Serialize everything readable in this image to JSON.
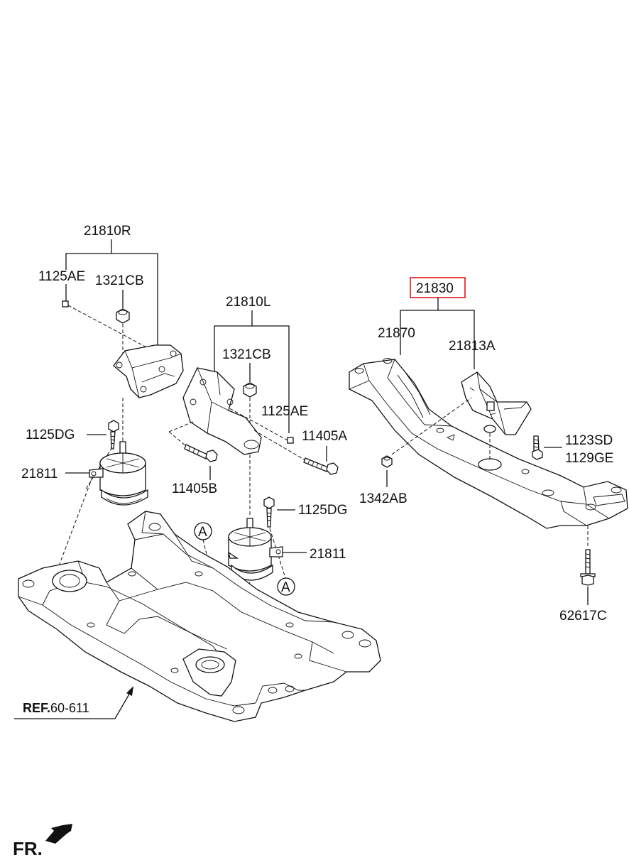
{
  "labels": {
    "l_21810R": "21810R",
    "l_1125AE_left": "1125AE",
    "l_1321CB_left": "1321CB",
    "l_1125DG_left": "1125DG",
    "l_21811_left": "21811",
    "l_21810L": "21810L",
    "l_1321CB_mid": "1321CB",
    "l_1125AE_mid": "1125AE",
    "l_11405A": "11405A",
    "l_11405B": "11405B",
    "l_1125DG_mid": "1125DG",
    "l_21811_mid": "21811",
    "l_A_upper": "A",
    "l_A_lower": "A",
    "l_21830": "21830",
    "l_21870": "21870",
    "l_21813A": "21813A",
    "l_1342AB": "1342AB",
    "l_1123SD": "1123SD",
    "l_1129GE": "1129GE",
    "l_62617C": "62617C",
    "ref_prefix": "REF.",
    "ref_number": "60-611",
    "fr": "FR."
  },
  "highlight_color": "#e0161b"
}
